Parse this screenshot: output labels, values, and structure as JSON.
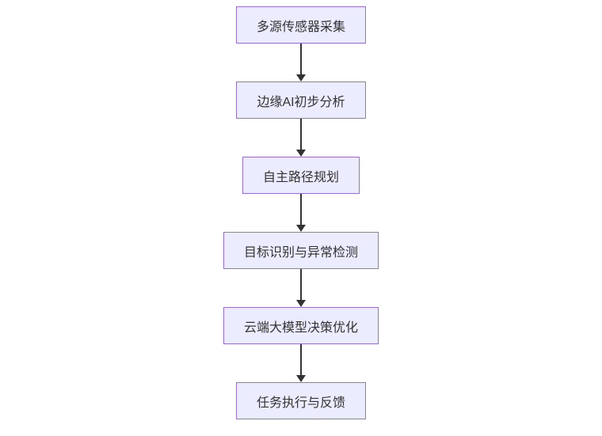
{
  "diagram": {
    "type": "flowchart",
    "direction": "top-down",
    "background_color": "#ffffff",
    "node_fill_color": "#ECECFF",
    "node_border_color": "#9370DB",
    "node_text_color": "#333333",
    "arrow_color": "#333333",
    "nodes": [
      {
        "id": "A",
        "label": "多源传感器采集"
      },
      {
        "id": "B",
        "label": "边缘AI初步分析"
      },
      {
        "id": "C",
        "label": "自主路径规划"
      },
      {
        "id": "D",
        "label": "目标识别与异常检测"
      },
      {
        "id": "E",
        "label": "云端大模型决策优化"
      },
      {
        "id": "F",
        "label": "任务执行与反馈"
      }
    ],
    "edges": [
      {
        "from": "A",
        "to": "B"
      },
      {
        "from": "B",
        "to": "C"
      },
      {
        "from": "C",
        "to": "D"
      },
      {
        "from": "D",
        "to": "E"
      },
      {
        "from": "E",
        "to": "F"
      }
    ]
  }
}
